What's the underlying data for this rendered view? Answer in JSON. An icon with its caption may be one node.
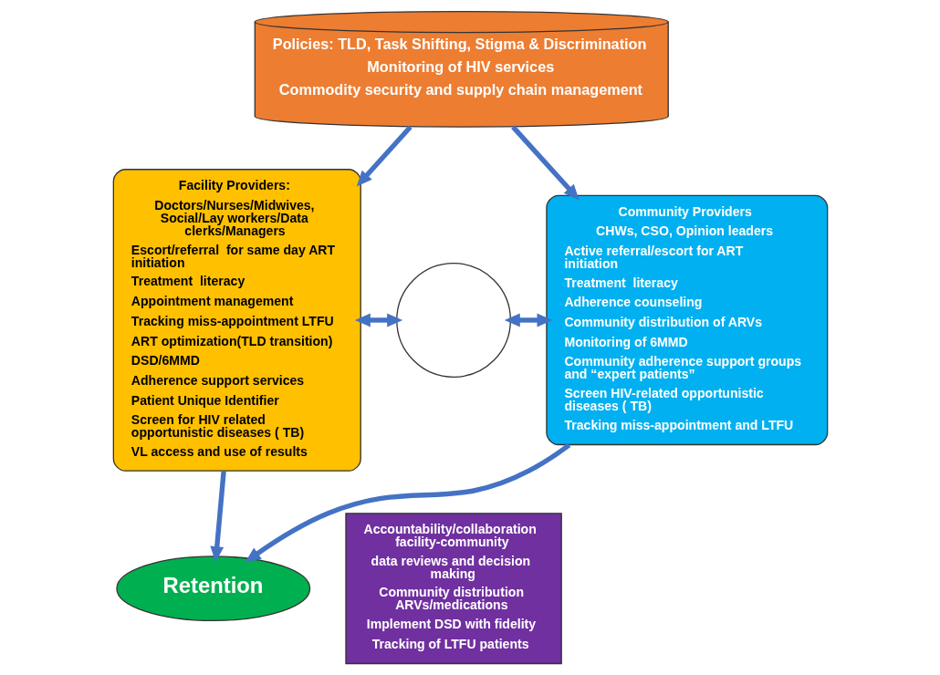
{
  "diagram": {
    "nodes": [
      {
        "text": [
          "Retention"
        ]
      },
      {
        "text": [
          "Facility Providers:",
          "Doctors/Nurses/Midwives, Social/Lay workers/Data clerks/Managers",
          "Escort/referral  for same day ART initiation",
          "Treatment  literacy",
          "Appointment management",
          "Tracking miss-appointment LTFU",
          "ART optimization(TLD transition)",
          "DSD/6MMD",
          "Adherence support services",
          "Patient Unique Identifier",
          "Screen for HIV related opportunistic diseases ( TB)",
          "VL access and use of results"
        ]
      },
      {
        "text": [],
        "shape": "circle"
      },
      {
        "text": [
          "Accountability/collaboration facility-community",
          "data reviews and decision making",
          "Community distribution ARVs/medications",
          "Implement DSD with fidelity",
          "Tracking of LTFU patients"
        ]
      },
      {
        "text": [
          "Community Providers",
          "CHWs, CSO, Opinion leaders",
          "Active referral/escort for ART initiation",
          "Treatment  literacy",
          "Adherence counseling",
          "Community distribution of ARVs",
          "Monitoring of 6MMD",
          "Community adherence support groups and “expert patients”",
          "Screen HIV-related opportunistic diseases ( TB)",
          "Tracking miss-appointment and LTFU"
        ]
      },
      {
        "text": [
          "Policies: TLD, Task Shifting, Stigma & Discrimination",
          "Monitoring of HIV services",
          "Commodity security and supply chain management"
        ]
      }
    ],
    "edges": [
      {
        "from": 1,
        "to": 0,
        "arrow": "to"
      },
      {
        "from": 4,
        "to": 0,
        "arrow": "to"
      },
      {
        "from": 1,
        "to": 2,
        "arrow": "both"
      },
      {
        "from": 2,
        "to": 4,
        "arrow": "both"
      },
      {
        "from": 5,
        "to": 1,
        "arrow": "to"
      },
      {
        "from": 5,
        "to": 4,
        "arrow": "to"
      }
    ]
  }
}
